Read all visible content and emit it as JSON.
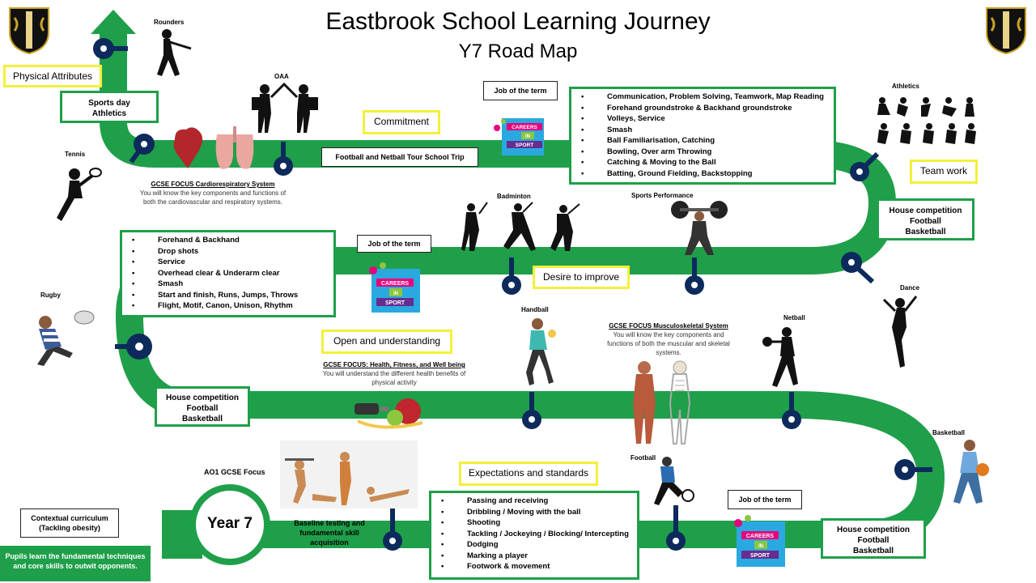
{
  "header": {
    "title": "Eastbrook School Learning Journey",
    "subtitle": "Y7 Road Map"
  },
  "year": "Year 7",
  "ao1": "AO1 GCSE Focus",
  "contextual": "Contextual curriculum\n(Tackling obesity)",
  "pupils": "Pupils learn the fundamental techniques and core skills to outwit opponents.",
  "baseline": "Baseline testing and fundamental skill acquisition",
  "values": {
    "physical": "Physical Attributes",
    "commitment": "Commitment",
    "teamwork": "Team work",
    "desire": "Desire to improve",
    "open": "Open and understanding",
    "expectations": "Expectations and standards"
  },
  "boxes": {
    "sportsday": "Sports day\nAthletics",
    "trip": "Football and Netball Tour School Trip",
    "house1": "House competition\nFootball\nBasketball",
    "house2": "House competition\nFootball\nBasketball",
    "house3": "House competition\nFootball\nBasketball",
    "job": "Job of the term"
  },
  "lists": {
    "term1": [
      "Communication, Problem Solving, Teamwork, Map Reading",
      "Forehand groundstroke & Backhand groundstroke",
      "Volleys, Service",
      "Smash",
      "Ball Familiarisation, Catching",
      "Bowling, Over arm Throwing",
      "Catching & Moving to the Ball",
      "Batting, Ground Fielding, Backstopping"
    ],
    "term2": [
      "Forehand & Backhand",
      "Drop shots",
      "Service",
      "Overhead clear & Underarm clear",
      "Smash",
      "Start and finish, Runs, Jumps, Throws",
      "Flight, Motif, Canon, Unison, Rhythm"
    ],
    "term3": [
      "Passing and receiving",
      "Dribbling / Moving with the ball",
      "Shooting",
      "Tackling / Jockeying / Blocking/ Intercepting",
      "Dodging",
      "Marking a player",
      "Footwork & movement"
    ]
  },
  "sports": {
    "rounders": "Rounders",
    "oaa": "OAA",
    "tennis": "Tennis",
    "athletics": "Athletics",
    "badminton": "Badminton",
    "performance": "Sports Performance",
    "rugby": "Rugby",
    "dance": "Dance",
    "handball": "Handball",
    "netball": "Netball",
    "basketball": "Basketball",
    "football": "Football"
  },
  "careers": {
    "l1": "CAREERS",
    "l2": "IN",
    "l3": "SPORT"
  },
  "focus": {
    "cardio_h": "GCSE FOCUS Cardiorespiratory System",
    "cardio_t": "You will know the key components and functions of both the cardiovascular and respiratory systems.",
    "health_h": "GCSE FOCUS: Health, Fitness, and Well being",
    "health_t": "You will understand the different health benefits of physical activity",
    "musc_h": "GCSE FOCUS Musculoskeletal System",
    "musc_t": "You will know the key components and functions of both the muscular and skeletal systems."
  },
  "colors": {
    "road": "#1f9f4a",
    "pin": "#0d2a5c",
    "value_border": "#f4ef3c"
  }
}
